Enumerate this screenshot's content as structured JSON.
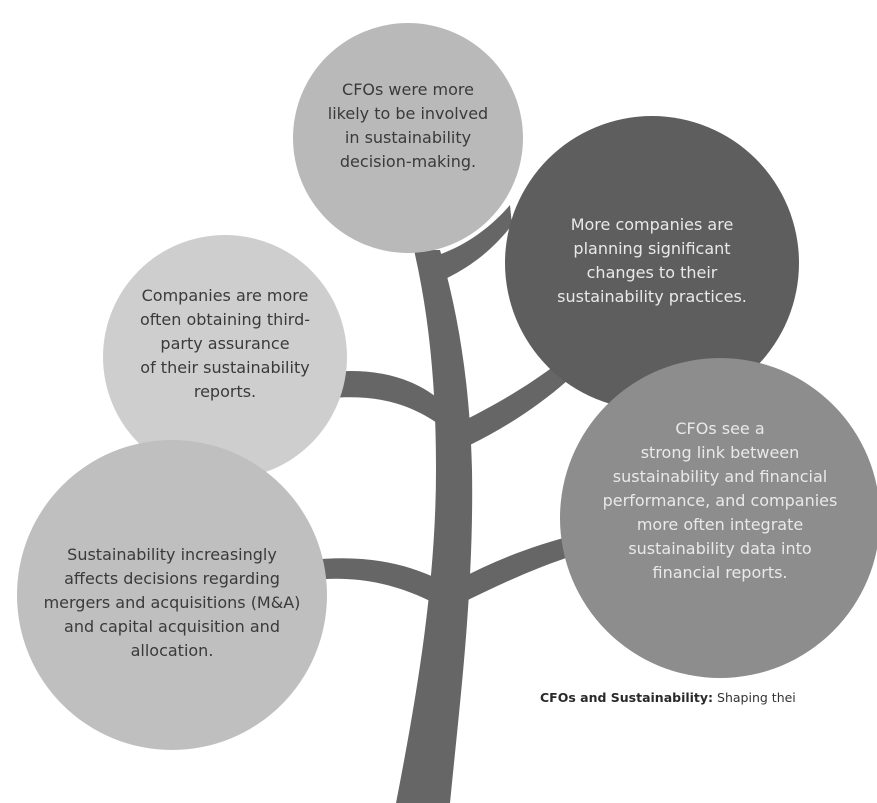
{
  "bubbles": {
    "top": "CFOs were more\nlikely to be involved\nin sustainability\ndecision-making.",
    "upper_right": "More companies are\nplanning significant\nchanges to their\nsustainability practices.",
    "middle_left": "Companies are more\noften obtaining third-\nparty assurance\nof their sustainability\nreports.",
    "lower_right": "CFOs see a\nstrong link between\nsustainability and financial\nperformance, and companies\nmore often integrate\nsustainability data into\nfinancial reports.",
    "lower_left": "Sustainability increasingly\naffects decisions regarding\nmergers and acquisitions (M&A)\nand capital acquisition and\nallocation."
  },
  "caption": {
    "bold": "CFOs and Sustainability:",
    "rest": " Shaping thei"
  },
  "colors": {
    "trunk": "#666666",
    "bubble_top": "#b9b9b9",
    "bubble_upper_right": "#5e5e5e",
    "bubble_middle_left": "#cecece",
    "bubble_lower_right": "#8d8d8d",
    "bubble_lower_left": "#bfbfbf"
  }
}
